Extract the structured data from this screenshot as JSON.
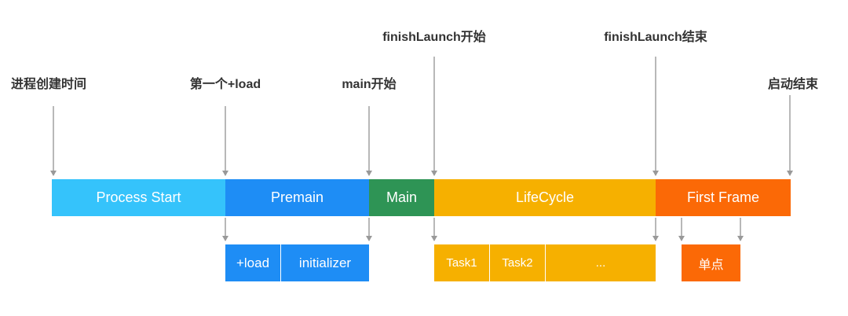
{
  "markers": {
    "process_create": "进程创建时间",
    "first_load": "第一个+load",
    "main_start": "main开始",
    "finish_launch_start": "finishLaunch开始",
    "finish_launch_end": "finishLaunch结束",
    "launch_end": "启动结束"
  },
  "phases": {
    "process_start": "Process Start",
    "premain": "Premain",
    "main": "Main",
    "lifecycle": "LifeCycle",
    "first_frame": "First Frame"
  },
  "subtasks": {
    "load": "+load",
    "initializer": "initializer",
    "task1": "Task1",
    "task2": "Task2",
    "more": "...",
    "single_point": "单点"
  },
  "colors": {
    "process_start": "#35C3FB",
    "premain": "#1E8DF5",
    "main": "#2E9455",
    "lifecycle": "#F6B000",
    "first_frame": "#FB6906",
    "arrow": "#999999",
    "label_text": "#333333"
  }
}
